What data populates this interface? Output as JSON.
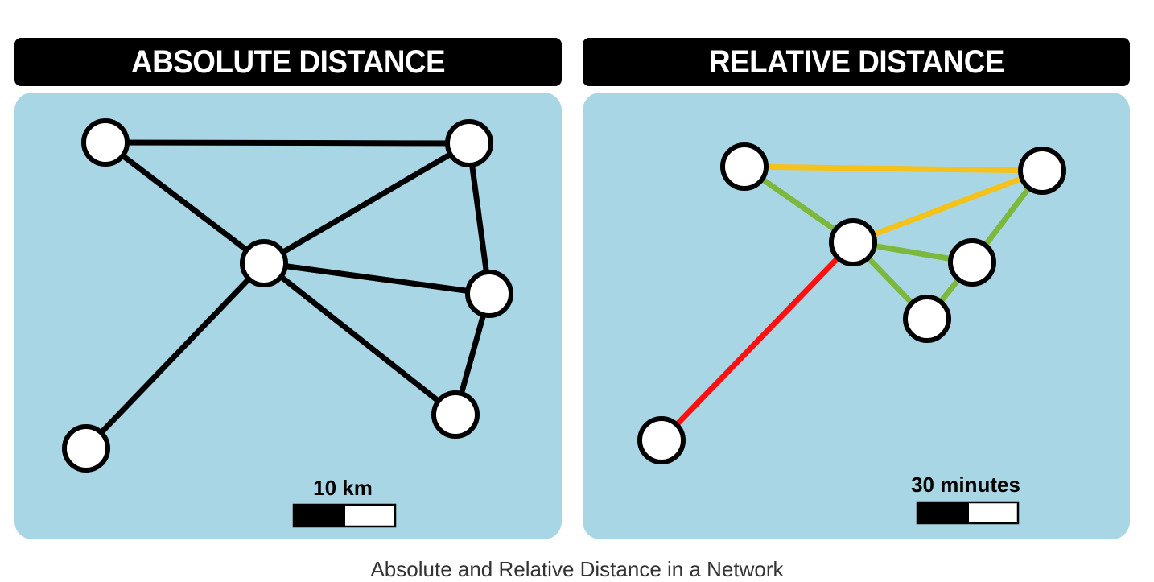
{
  "left_panel": {
    "title": "ABSOLUTE DISTANCE",
    "scale_label": "10 km",
    "background_color": "#a9d6e5",
    "edge_color": "#000000"
  },
  "right_panel": {
    "title": "RELATIVE DISTANCE",
    "scale_label": "30 minutes",
    "background_color": "#a9d6e5",
    "edge_colors": {
      "yellow": "#f5c21b",
      "green": "#7cb83c",
      "red": "#ff1010"
    }
  },
  "caption": "Absolute and Relative Distance in a Network"
}
